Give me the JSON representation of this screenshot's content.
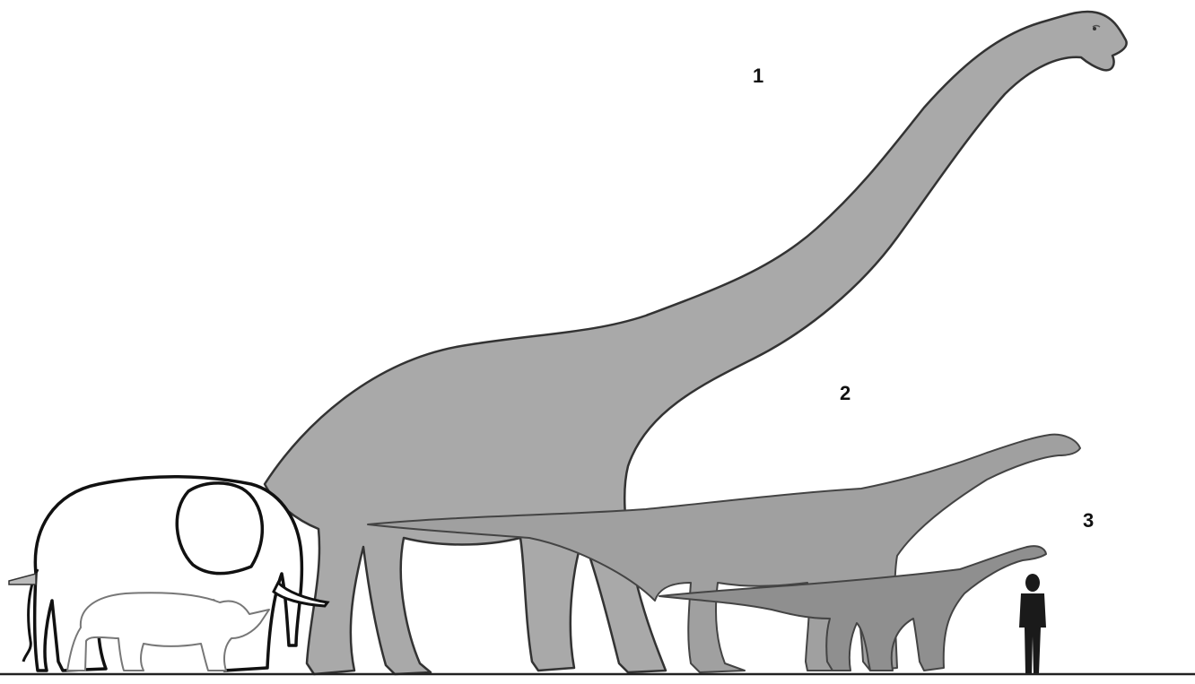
{
  "labels": {
    "one": "1",
    "two": "2",
    "three": "3"
  },
  "colors": {
    "background": "#ffffff",
    "sauropod_1": "#a9a9a9",
    "sauropod_2": "#a0a0a0",
    "sauropod_3": "#8f8f8f",
    "outline": "#333333",
    "elephant_fill": "#ffffff",
    "elephant_outline": "#111111",
    "rhino_outline": "#777777",
    "human": "#1a1a1a",
    "ground": "#222222"
  }
}
